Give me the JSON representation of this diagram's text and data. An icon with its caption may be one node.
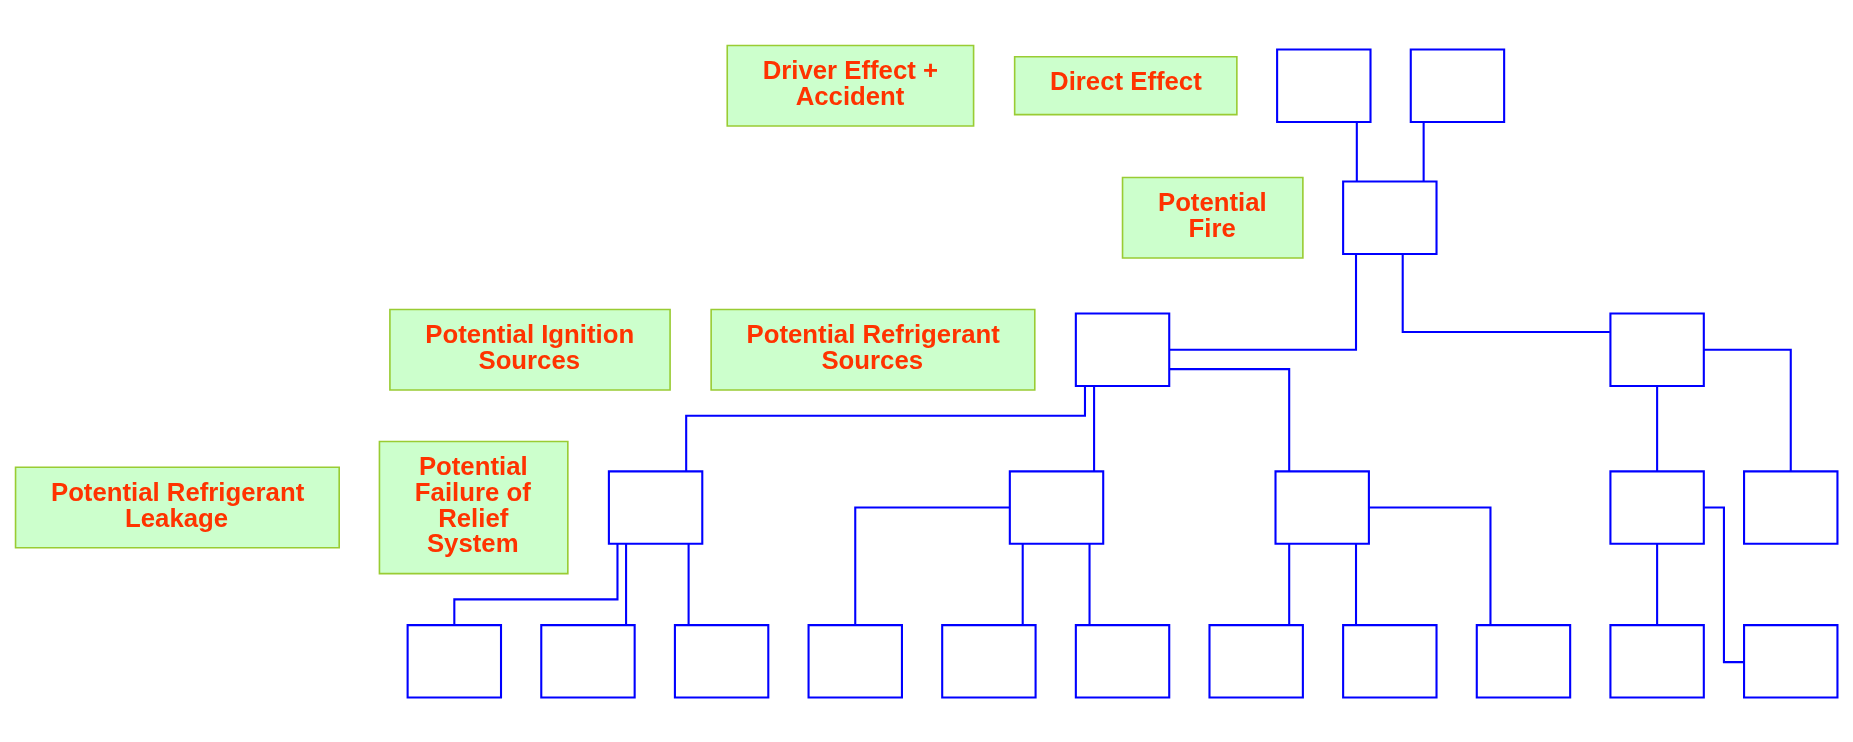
{
  "diagram": {
    "nodes": [
      {
        "text": [
          "Driver Effect + Accident"
        ]
      },
      {
        "text": [
          "Direct Effect"
        ]
      },
      {
        "text": [
          "Potential Fire"
        ]
      },
      {
        "text": [
          "Potential Ignition Sources"
        ]
      },
      {
        "text": [
          "Potential Refrigerant Sources"
        ]
      },
      {
        "text": [
          "Potential Refrigerant Leakage"
        ]
      },
      {
        "text": [
          "Potential Failure of Relief System"
        ]
      },
      {
        "text": [],
        "shape": "box"
      },
      {
        "text": [],
        "shape": "box"
      },
      {
        "text": [],
        "shape": "box"
      },
      {
        "text": [],
        "shape": "box"
      },
      {
        "text": [],
        "shape": "box"
      },
      {
        "text": [],
        "shape": "box"
      },
      {
        "text": [],
        "shape": "box"
      },
      {
        "text": [],
        "shape": "box"
      },
      {
        "text": [],
        "shape": "box"
      },
      {
        "text": [],
        "shape": "box"
      },
      {
        "text": [],
        "shape": "box"
      },
      {
        "text": [],
        "shape": "box"
      },
      {
        "text": [],
        "shape": "box"
      },
      {
        "text": [],
        "shape": "box"
      },
      {
        "text": [],
        "shape": "box"
      },
      {
        "text": [],
        "shape": "box"
      },
      {
        "text": [],
        "shape": "box"
      },
      {
        "text": [],
        "shape": "box"
      },
      {
        "text": [],
        "shape": "box"
      },
      {
        "text": [],
        "shape": "box"
      },
      {
        "text": [],
        "shape": "box"
      }
    ],
    "edges": [
      {
        "from": 7,
        "to": 9,
        "arrow": "none"
      },
      {
        "from": 8,
        "to": 9,
        "arrow": "none"
      },
      {
        "from": 9,
        "to": 10,
        "arrow": "none"
      },
      {
        "from": 9,
        "to": 11,
        "arrow": "none"
      },
      {
        "from": 10,
        "to": 12,
        "arrow": "none"
      },
      {
        "from": 10,
        "to": 13,
        "arrow": "none"
      },
      {
        "from": 10,
        "to": 14,
        "arrow": "none"
      },
      {
        "from": 11,
        "to": 15,
        "arrow": "none"
      },
      {
        "from": 11,
        "to": 16,
        "arrow": "none"
      },
      {
        "from": 12,
        "to": 17,
        "arrow": "none"
      },
      {
        "from": 12,
        "to": 18,
        "arrow": "none"
      },
      {
        "from": 12,
        "to": 19,
        "arrow": "none"
      },
      {
        "from": 13,
        "to": 20,
        "arrow": "none"
      },
      {
        "from": 13,
        "to": 21,
        "arrow": "none"
      },
      {
        "from": 13,
        "to": 22,
        "arrow": "none"
      },
      {
        "from": 14,
        "to": 23,
        "arrow": "none"
      },
      {
        "from": 14,
        "to": 24,
        "arrow": "none"
      },
      {
        "from": 14,
        "to": 25,
        "arrow": "none"
      },
      {
        "from": 15,
        "to": 26,
        "arrow": "none"
      },
      {
        "from": 15,
        "to": 27,
        "arrow": "none"
      }
    ]
  }
}
